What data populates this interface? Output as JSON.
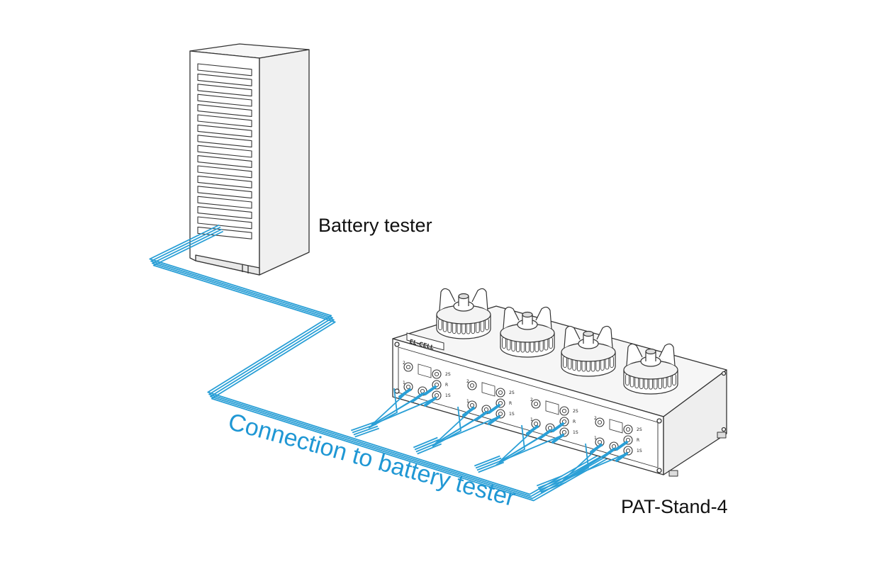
{
  "labels": {
    "tester": "Battery tester",
    "stand": "PAT-Stand-4",
    "connection": "Connection to battery tester",
    "brand": "EL-CELL"
  },
  "port_labels": {
    "left_top": "2",
    "left_mid": "1",
    "right_top": "2S",
    "right_mid": "R",
    "right_bot": "1S"
  },
  "colors": {
    "cable": "#2a9fd6",
    "text_blue": "#1f97d4",
    "line": "#333333"
  }
}
